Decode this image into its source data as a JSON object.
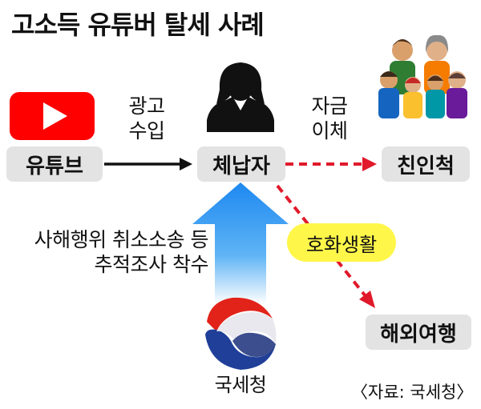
{
  "title": "고소득 유튜버 탈세 사례",
  "nodes": {
    "youtube": "유튜브",
    "taxpayer": "체납자",
    "relatives": "친인척",
    "overseas_travel": "해외여행",
    "nts": "국세청"
  },
  "edges": {
    "ad_income_line1": "광고",
    "ad_income_line2": "수입",
    "transfer_line1": "자금",
    "transfer_line2": "이체",
    "luxury_life": "호화생활",
    "action_line1": "사해행위 취소소송 등",
    "action_line2": "추적조사 착수"
  },
  "source": "〈자료: 국세청〉",
  "colors": {
    "youtube_red": "#ff0000",
    "arrow_blue": "#2196f3",
    "dashed_red": "#e0192b",
    "highlight_yellow": "#fff64a",
    "box_gray": "#e3e3e3"
  }
}
